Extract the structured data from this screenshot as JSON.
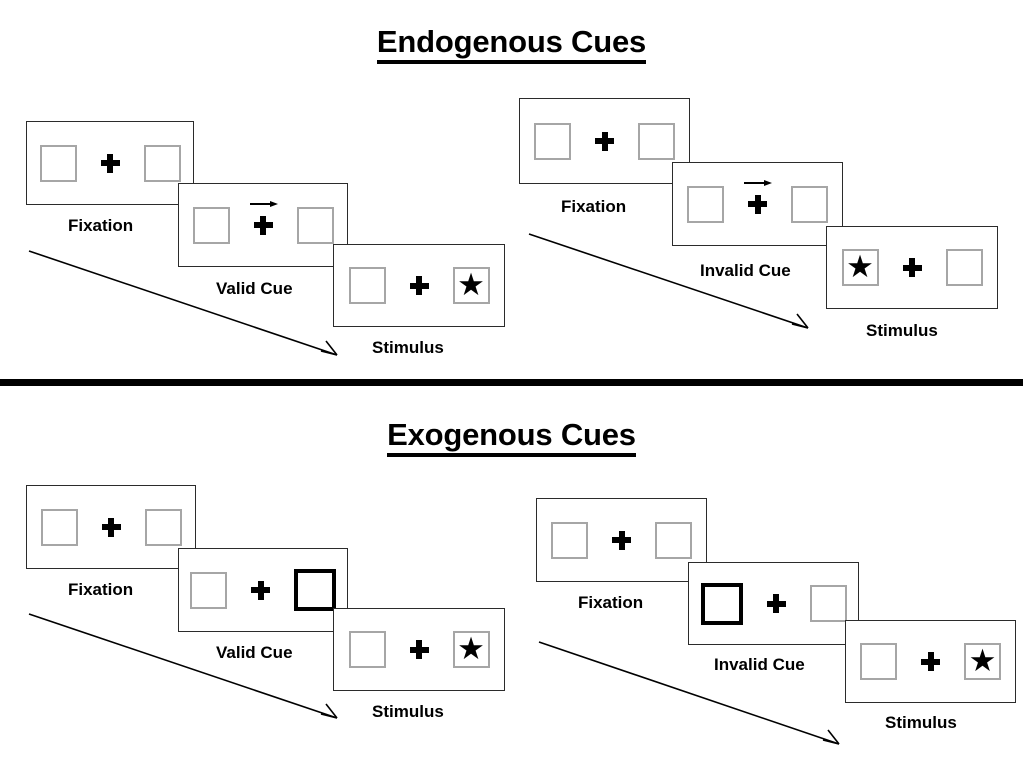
{
  "sections": [
    {
      "id": "endogenous",
      "title": "Endogenous Cues",
      "groups": [
        {
          "id": "endogenous-valid",
          "frames": [
            {
              "caption": "Fixation",
              "left": "empty",
              "right": "empty",
              "arrow": false
            },
            {
              "caption": "Valid Cue",
              "left": "empty",
              "right": "empty",
              "arrow": true,
              "arrow_dir": "right"
            },
            {
              "caption": "Stimulus",
              "left": "empty",
              "right": "star",
              "arrow": false
            }
          ]
        },
        {
          "id": "endogenous-invalid",
          "frames": [
            {
              "caption": "Fixation",
              "left": "empty",
              "right": "empty",
              "arrow": false
            },
            {
              "caption": "Invalid Cue",
              "left": "empty",
              "right": "empty",
              "arrow": true,
              "arrow_dir": "right"
            },
            {
              "caption": "Stimulus",
              "left": "star",
              "right": "empty",
              "arrow": false
            }
          ]
        }
      ]
    },
    {
      "id": "exogenous",
      "title": "Exogenous Cues",
      "groups": [
        {
          "id": "exogenous-valid",
          "frames": [
            {
              "caption": "Fixation",
              "left": "empty",
              "right": "empty",
              "arrow": false
            },
            {
              "caption": "Valid Cue",
              "left": "empty",
              "right": "cued",
              "arrow": false
            },
            {
              "caption": "Stimulus",
              "left": "empty",
              "right": "star",
              "arrow": false
            }
          ]
        },
        {
          "id": "exogenous-invalid",
          "frames": [
            {
              "caption": "Fixation",
              "left": "empty",
              "right": "empty",
              "arrow": false
            },
            {
              "caption": "Invalid Cue",
              "left": "cued",
              "right": "empty",
              "arrow": false
            },
            {
              "caption": "Stimulus",
              "left": "empty",
              "right": "star",
              "arrow": false
            }
          ]
        }
      ]
    }
  ],
  "labels": {
    "title_endogenous": "Endogenous Cues",
    "title_exogenous": "Exogenous Cues",
    "fixation": "Fixation",
    "valid_cue": "Valid Cue",
    "invalid_cue": "Invalid Cue",
    "stimulus": "Stimulus",
    "star_glyph": "★"
  },
  "colors": {
    "frame_border": "#2b2b2b",
    "box_border": "#a6a6a6",
    "cued_box_border": "#000000",
    "ink": "#000000",
    "background": "#ffffff"
  }
}
